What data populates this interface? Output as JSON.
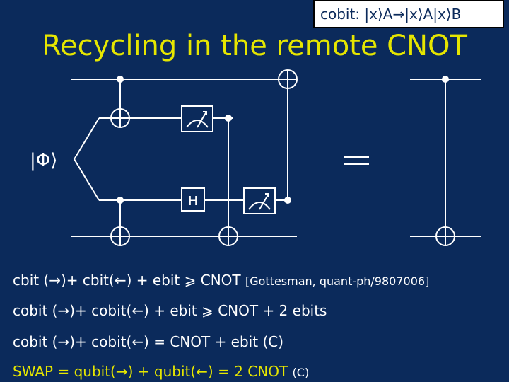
{
  "cobit_box": {
    "text": "cobit: |x⟩A→|x⟩A|x⟩B"
  },
  "title": "Recycling in the remote CNOT",
  "circuit": {
    "phi_label": "|Φ⟩",
    "hadamard_label": "H",
    "equals": "="
  },
  "lines": [
    {
      "text": "cbit (→)+ cbit(←) + ebit ⩾ CNOT",
      "ref": "[Gottesman, quant-ph/9807006]"
    },
    {
      "text": "cobit (→)+ cobit(←) + ebit ⩾ CNOT + 2 ebits"
    },
    {
      "text": "cobit (→)+ cobit(←)  = CNOT + ebit (C)"
    },
    {
      "text": "SWAP = qubit(→) + qubit(←) = 2 CNOT",
      "ref": "(C)"
    }
  ],
  "colors": {
    "background": "#0b2a5b",
    "title": "#e6e600",
    "foreground": "#ffffff"
  }
}
